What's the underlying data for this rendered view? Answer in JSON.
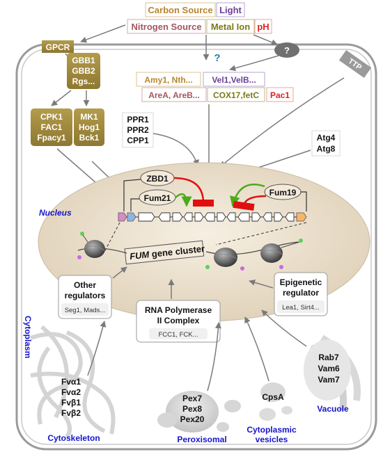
{
  "signals": {
    "carbon_source": "Carbon Source",
    "light": "Light",
    "nitrogen_source": "Nitrogen Source",
    "metal_ion": "Metal Ion",
    "ph": "pH"
  },
  "membrane": {
    "gpcr": "GPCR",
    "unknown_receptor": "?",
    "ttp": "TTP",
    "unknown_path": "?"
  },
  "factors": {
    "amy1": "Amy1, Nth...",
    "vel": "Vel1,VelB...",
    "area": "AreA, AreB...",
    "cox17": "COX17,fetC",
    "pac1": "Pac1"
  },
  "g_proteins": [
    "GBB1",
    "GBB2",
    "Rgs..."
  ],
  "camp_pathway": [
    "CPK1",
    "FAC1",
    "Fpacy1"
  ],
  "mapk_pathway": [
    "MK1",
    "Hog1",
    "Bck1"
  ],
  "ppr": [
    "PPR1",
    "PPR2",
    "CPP1"
  ],
  "autophagy": [
    "Atg4",
    "Atg8"
  ],
  "nucleus": {
    "label": "Nucleus",
    "zbd1": "ZBD1",
    "fum21": "Fum21",
    "fum19": "Fum19",
    "cluster_label_italic": "FUM",
    "cluster_label_rest": " gene cluster"
  },
  "regulators": {
    "other_title_1": "Other",
    "other_title_2": "regulators",
    "other_sub": "Seg1, Mads...",
    "rnap_title_1": "RNA Polymerase",
    "rnap_title_2": "II Complex",
    "rnap_sub": "FCC1, FCK...",
    "epi_title_1": "Epigenetic",
    "epi_title_2": "regulator",
    "epi_sub": "Lea1, Sirt4..."
  },
  "cytoplasm_label": "Cytoplasm",
  "cytoskeleton": {
    "proteins": [
      "Fvα1",
      "Fvα2",
      "Fvβ1",
      "Fvβ2"
    ],
    "label": "Cytoskeleton"
  },
  "peroxisome": {
    "proteins": [
      "Pex7",
      "Pex8",
      "Pex20"
    ],
    "label": "Peroxisomal"
  },
  "vesicles": {
    "protein": "CpsA",
    "label_1": "Cytoplasmic",
    "label_2": "vesicles"
  },
  "vacuole": {
    "proteins": [
      "Rab7",
      "Vam6",
      "Vam7"
    ],
    "label": "Vacuole"
  },
  "colors": {
    "carbon": "#b8862b",
    "light": "#6a3d9a",
    "nitrogen": "#a3565e",
    "metal": "#7a7a1a",
    "ph": "#e02020",
    "olive_box": "#a08a3c",
    "nucleus_fill": "#e6dac6",
    "label_blue": "#1515cc",
    "green_arrow": "#4caa1a",
    "red_inhibit": "#e01010"
  }
}
